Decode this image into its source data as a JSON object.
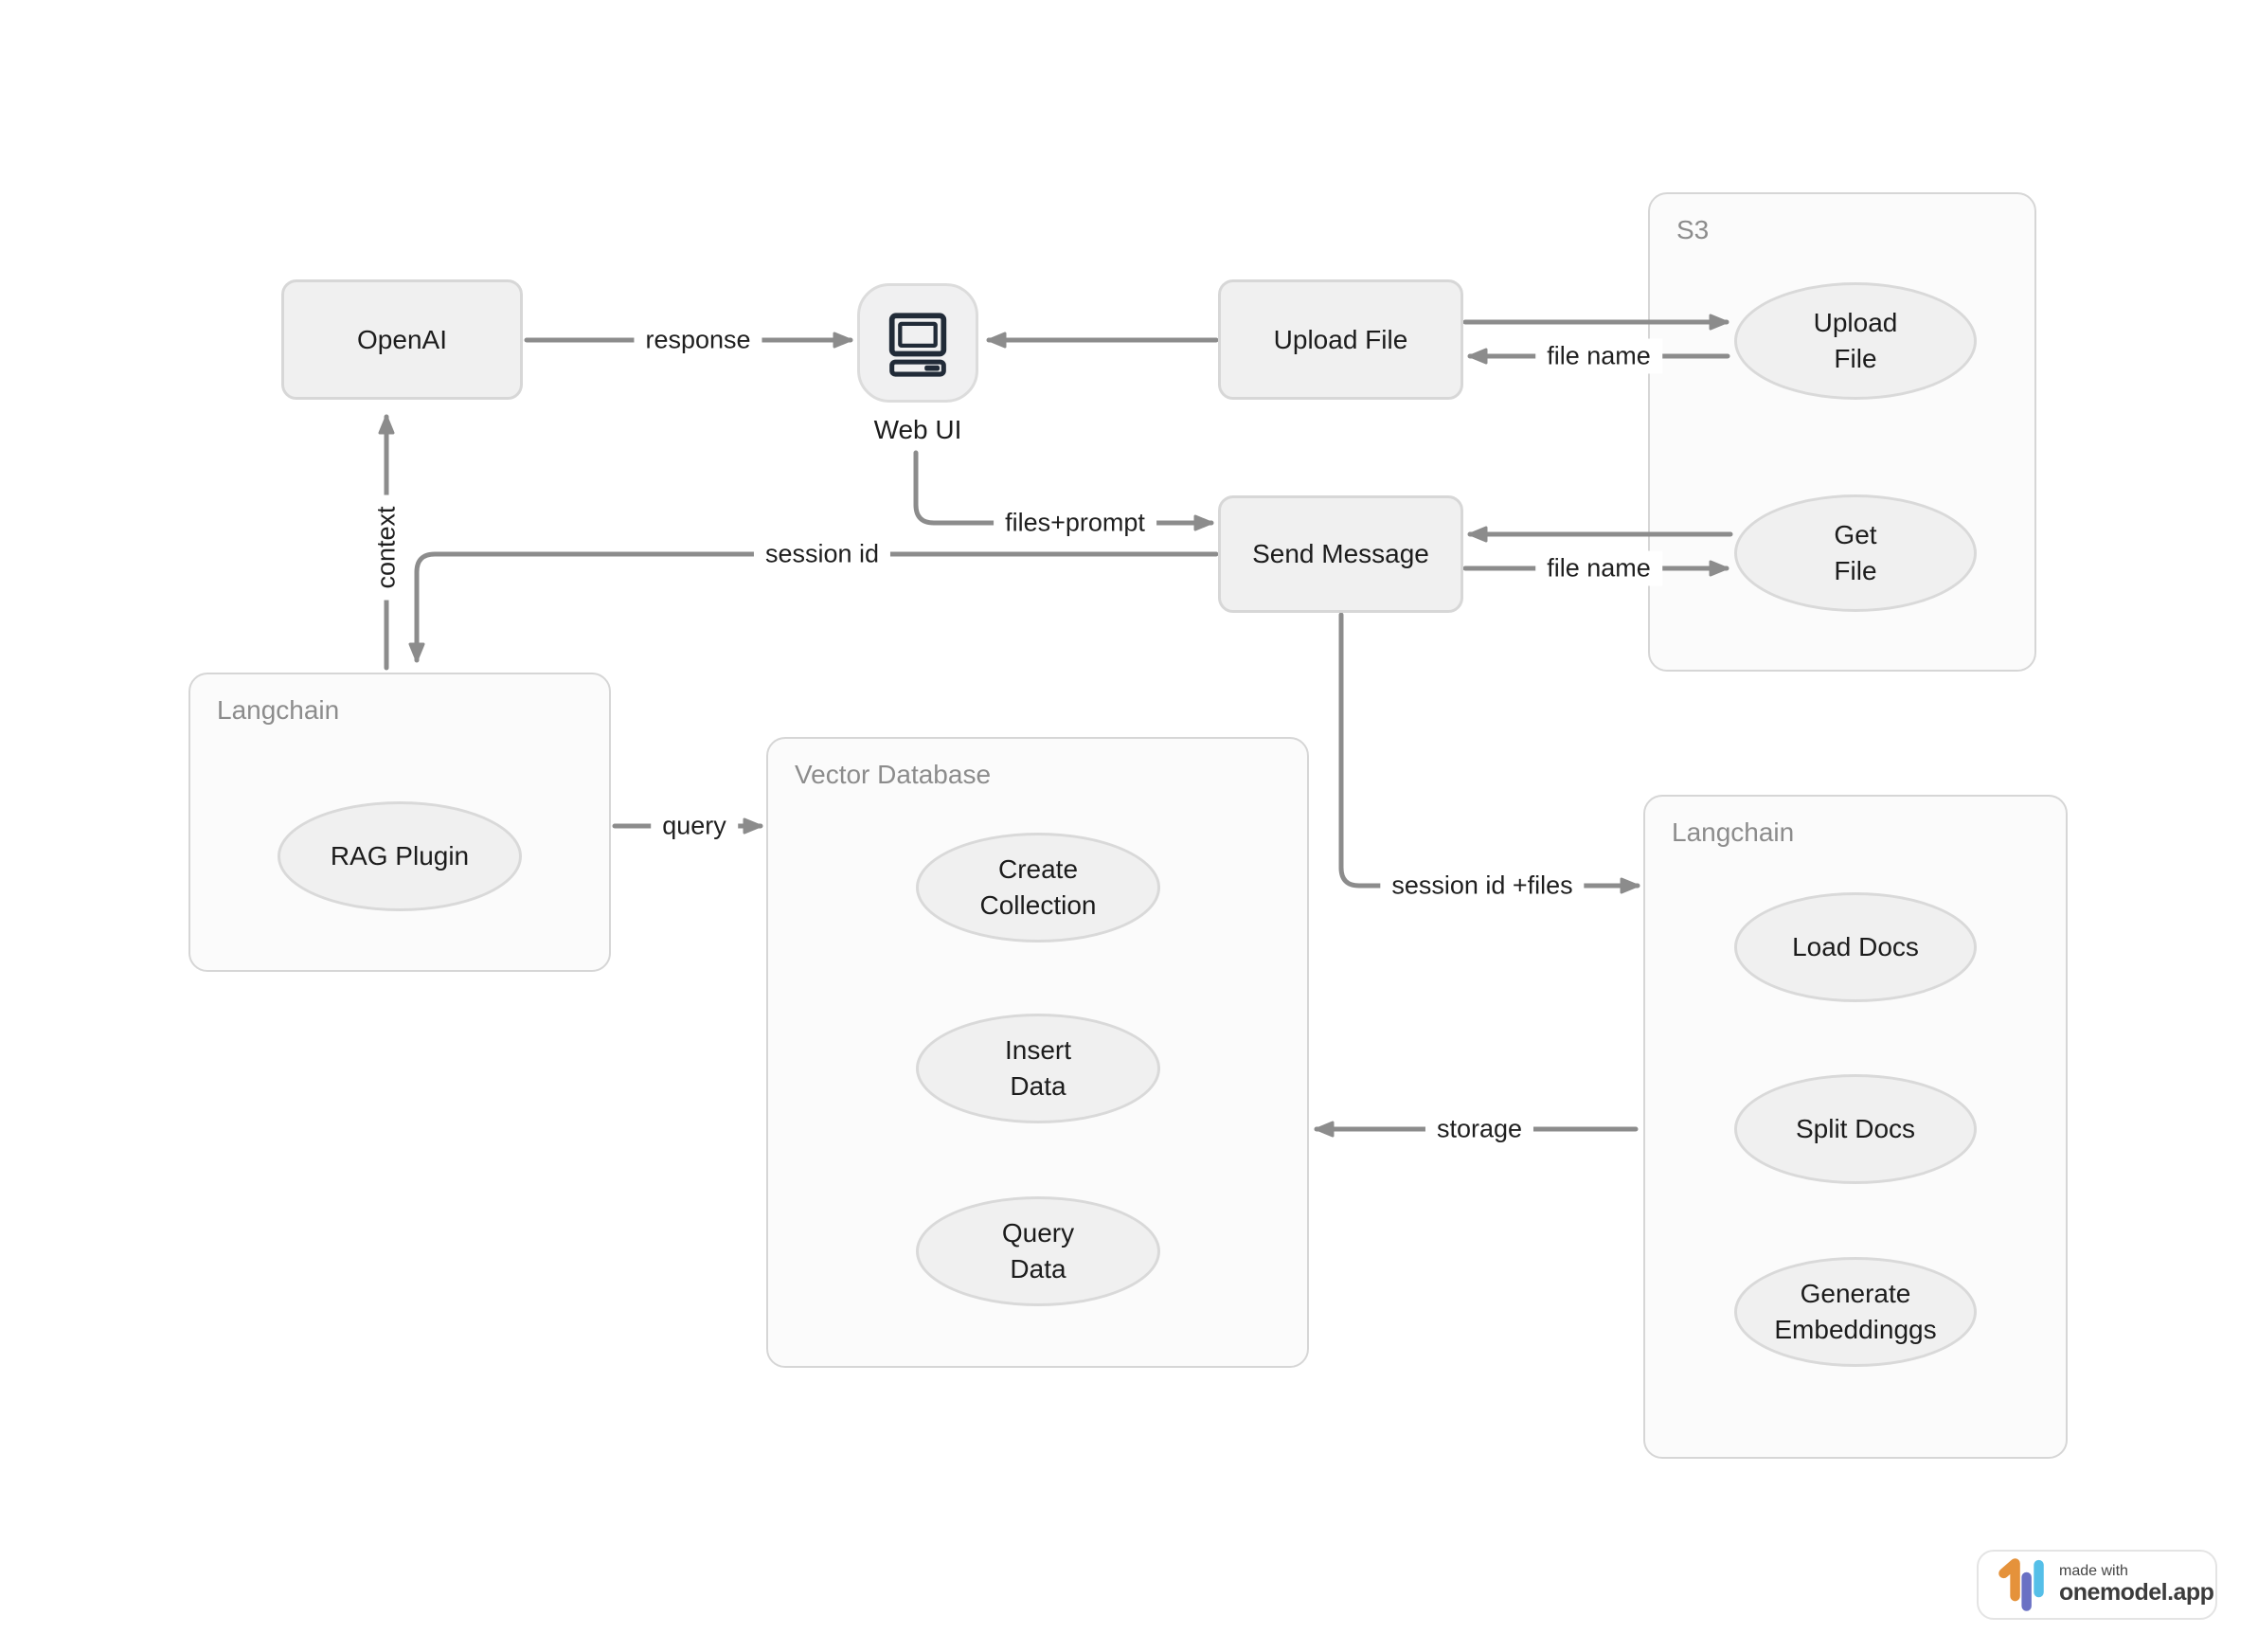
{
  "containers": {
    "s3": "S3",
    "langchain_left": "Langchain",
    "vector_database": "Vector Database",
    "langchain_right": "Langchain"
  },
  "nodes": {
    "openai": "OpenAI",
    "web_ui": "Web UI",
    "upload_file": "Upload File",
    "send_message": "Send Message",
    "s3_upload_file": "Upload\nFile",
    "s3_get_file": "Get\nFile",
    "rag_plugin": "RAG Plugin",
    "create_collection": "Create\nCollection",
    "insert_data": "Insert\nData",
    "query_data": "Query\nData",
    "load_docs": "Load Docs",
    "split_docs": "Split Docs",
    "generate_embeddings": "Generate\nEmbeddinggs"
  },
  "edges": {
    "response": "response",
    "file_name_upload": "file name",
    "files_prompt": "files+prompt",
    "session_id": "session id",
    "context": "context",
    "query": "query",
    "session_id_files": "session id +files",
    "storage": "storage",
    "file_name_get": "file name"
  },
  "badge": {
    "made_with": "made with",
    "brand": "onemodel.app"
  },
  "colors": {
    "arrow": "#8c8c8c",
    "node_fill": "#f0f0f0",
    "node_border": "#d7d7d7",
    "container_fill": "#fbfbfb",
    "container_label": "#8c8c8c",
    "icon": "#212b38",
    "logo_orange": "#e5923b",
    "logo_purple": "#6a71c4",
    "logo_blue": "#55bfe8"
  }
}
